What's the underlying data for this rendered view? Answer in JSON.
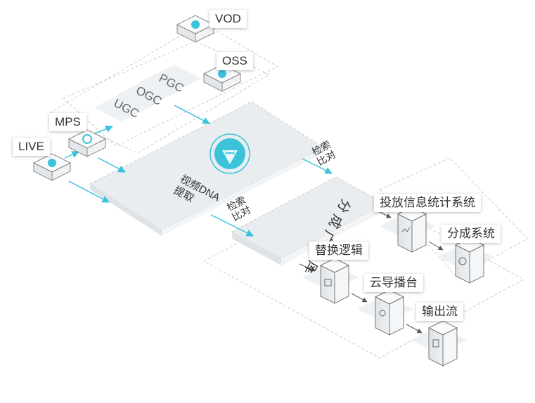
{
  "colors": {
    "accent": "#3BC3DA",
    "platform": "#E9EDF0",
    "dash": "#C9CDD1",
    "label_text": "#333333"
  },
  "sources": {
    "vod": {
      "label": "VOD",
      "icon": "vod-play-icon"
    },
    "oss": {
      "label": "OSS",
      "icon": "oss-cloud-icon"
    },
    "mps": {
      "label": "MPS",
      "icon": "mps-refresh-icon"
    },
    "live": {
      "label": "LIVE",
      "icon": "live-broadcast-icon"
    }
  },
  "content_types": [
    "PGC",
    "OGC",
    "UGC"
  ],
  "dna": {
    "line1": "视频DNA",
    "line2": "提取",
    "icon": "dna-extract-icon"
  },
  "compare_labels": [
    {
      "line1": "检索",
      "line2": "比对"
    },
    {
      "line1": "检索",
      "line2": "比对"
    }
  ],
  "library": {
    "title": "分成广告库"
  },
  "modules": {
    "replace": {
      "label": "替换逻辑",
      "icon": "grid-icon"
    },
    "director": {
      "label": "云导播台",
      "icon": "cloud-icon"
    },
    "output": {
      "label": "输出流",
      "icon": "file-icon"
    },
    "stats": {
      "label": "投放信息统计系统",
      "icon": "chart-icon"
    },
    "share": {
      "label": "分成系统",
      "icon": "pie-icon"
    }
  }
}
